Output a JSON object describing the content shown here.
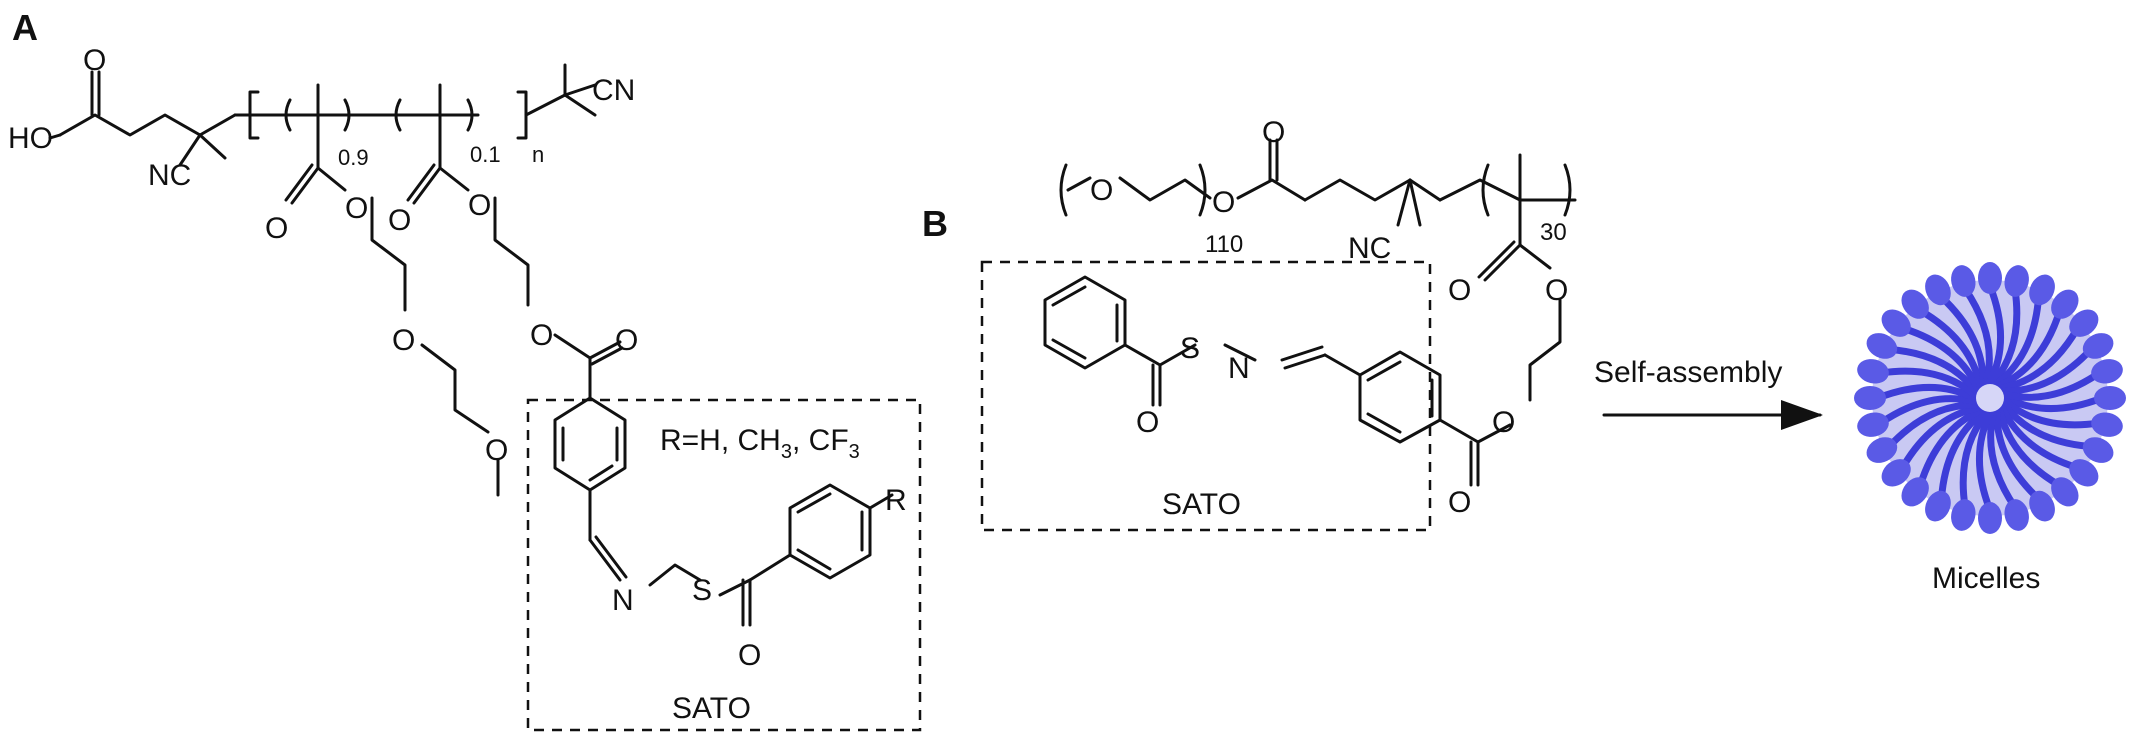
{
  "panels": {
    "a": {
      "label": "A",
      "atoms": {
        "ho": "HO",
        "o": "O",
        "nc": "NC",
        "cn": "CN"
      },
      "subscripts": {
        "x": "0.9",
        "y": "0.1",
        "n": "n"
      },
      "r_group": "R",
      "r_options_prefix": "R=H, CH",
      "r_options_sub1": "3",
      "r_options_mid": ", CF",
      "r_options_sub2": "3",
      "box_label": "SATO"
    },
    "b": {
      "label": "B",
      "atoms": {
        "o": "O",
        "s": "S",
        "n": "N",
        "nc": "NC"
      },
      "subscripts": {
        "peg": "110",
        "poly": "30"
      },
      "box_label": "SATO"
    }
  },
  "arrow": {
    "label": "Self-assembly"
  },
  "micelle": {
    "label": "Micelles"
  },
  "colors": {
    "ink": "#111111",
    "micelle_core": "#c9c9f3",
    "micelle_head": "#5a5ae6",
    "micelle_tail": "#3d3dd8"
  }
}
